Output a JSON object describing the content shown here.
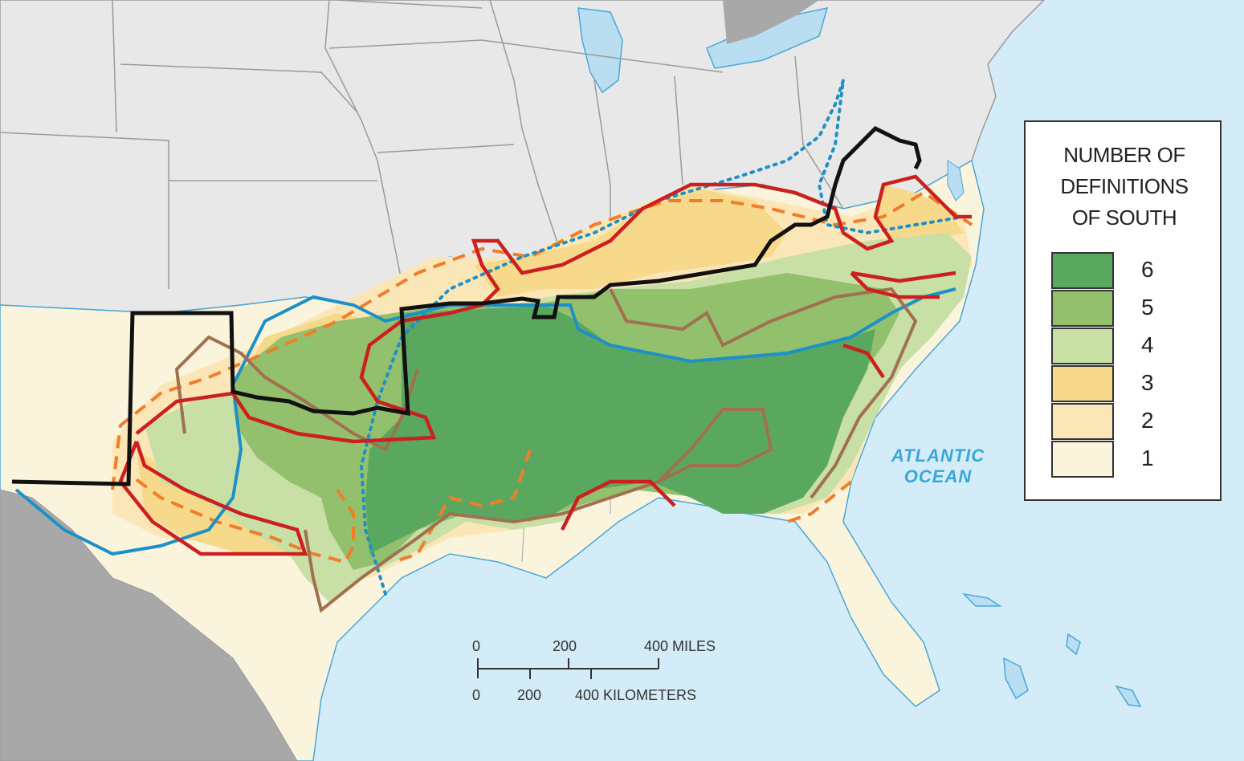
{
  "legend": {
    "title_lines": [
      "NUMBER OF",
      "DEFINITIONS",
      "OF SOUTH"
    ],
    "items": [
      {
        "label": "6",
        "color": "#5aa85f"
      },
      {
        "label": "5",
        "color": "#93c06c"
      },
      {
        "label": "4",
        "color": "#c8dfa6"
      },
      {
        "label": "3",
        "color": "#f7d98c"
      },
      {
        "label": "2",
        "color": "#fbe6b8"
      },
      {
        "label": "1",
        "color": "#faf4dc"
      }
    ]
  },
  "ocean_label": {
    "lines": [
      "ATLANTIC",
      "OCEAN"
    ],
    "color": "#3aa7d9"
  },
  "scale_bar": {
    "miles": {
      "zero": "0",
      "mid": "200",
      "end": "400 MILES"
    },
    "kilometers": {
      "zero": "0",
      "mid": "200",
      "end": "400 KILOMETERS"
    }
  },
  "colors": {
    "water": "#d4ecf7",
    "land_other": "#e8e8e8",
    "mexico": "#a8a8a8",
    "state_border": "#999999",
    "black_line": "#111111",
    "red_line": "#cc1f1f",
    "blue_line": "#1e90c8",
    "brown_line": "#a07050",
    "orange_dashed": "#ef7d2a",
    "blue_dotted": "#1e90c8"
  }
}
